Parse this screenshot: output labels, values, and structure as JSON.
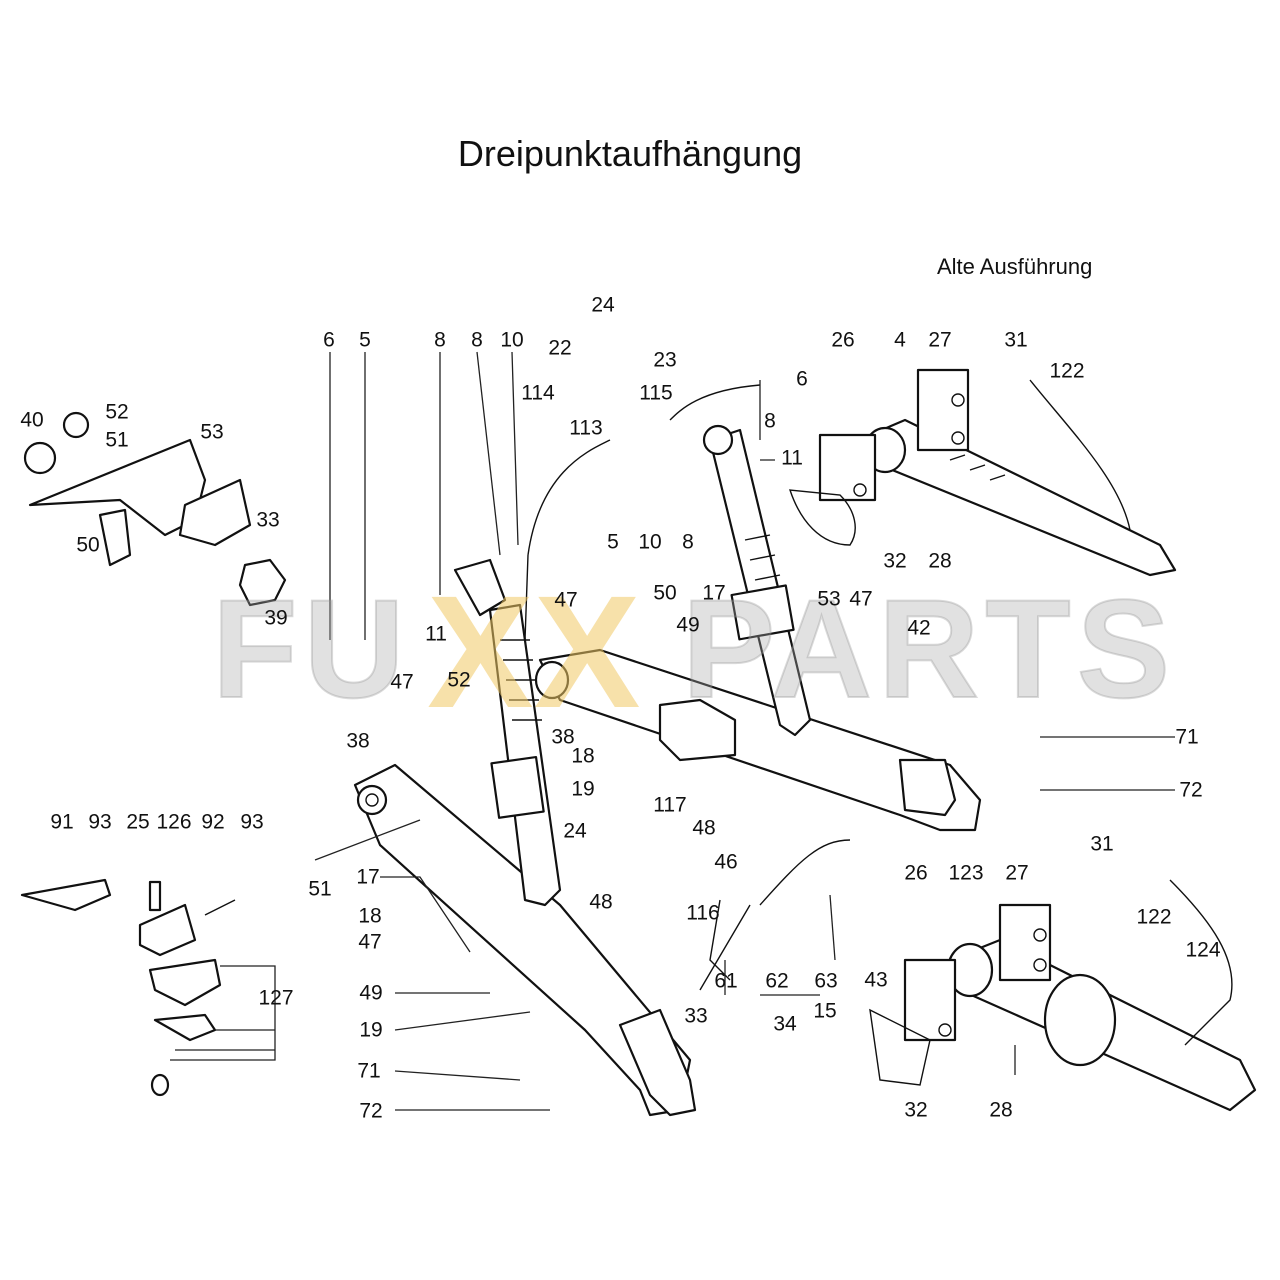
{
  "title": "Dreipunktaufhängung",
  "variant_label": "Alte Ausführung",
  "watermark": {
    "left": "FU",
    "middle": "XX",
    "right": "PARTS",
    "color_letters": "#aaaaaa",
    "color_xx": "#f0c864"
  },
  "callouts": [
    "6",
    "5",
    "8",
    "8",
    "10",
    "24",
    "22",
    "23",
    "114",
    "115",
    "113",
    "6",
    "8",
    "11",
    "5",
    "10",
    "8",
    "26",
    "4",
    "27",
    "31",
    "122",
    "32",
    "28",
    "40",
    "52",
    "51",
    "53",
    "33",
    "50",
    "39",
    "11",
    "52",
    "47",
    "50",
    "17",
    "53",
    "47",
    "49",
    "42",
    "38",
    "47",
    "38",
    "18",
    "19",
    "117",
    "71",
    "72",
    "48",
    "24",
    "48",
    "116",
    "46",
    "61",
    "62",
    "63",
    "15",
    "43",
    "33",
    "34",
    "91",
    "93",
    "25",
    "126",
    "92",
    "93",
    "127",
    "51",
    "17",
    "18",
    "47",
    "49",
    "19",
    "71",
    "72",
    "26",
    "123",
    "27",
    "31",
    "122",
    "124",
    "32",
    "28"
  ]
}
